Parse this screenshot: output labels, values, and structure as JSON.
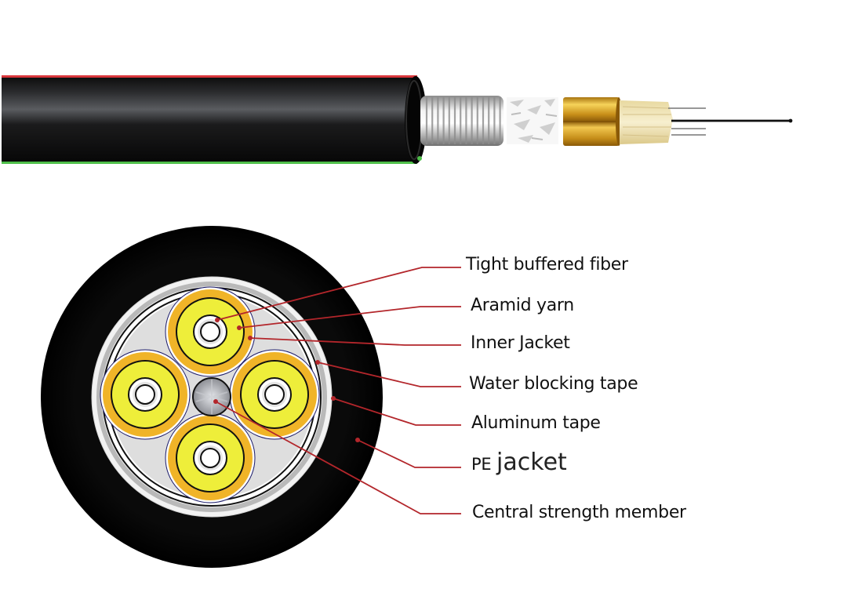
{
  "diagram": {
    "title": "",
    "subject": "Fiber optic cable structure",
    "colors": {
      "pe_jacket": "#0a0a0a",
      "aluminum_tape": "#b8b8b8",
      "water_blocking_tape": "#ffffff",
      "inner_fill": "#dcdcdc",
      "inner_jacket": "#f0b428",
      "aramid_yarn": "#eeee3a",
      "tight_buffer": "#ffffff",
      "central_member": "#a8a8b0",
      "leader_line": "#b3262b",
      "stripe_top": "#d9373c",
      "stripe_bottom": "#4fbf4a",
      "gold_tube": "#d9a21e",
      "yarn_strands": "#f2e6b8"
    },
    "side_view": {
      "layers": [
        "PE jacket",
        "Corrugated aluminum tape",
        "Water blocking tape",
        "Inner jacket tube",
        "Aramid yarn",
        "Tight buffered fibers"
      ]
    },
    "labels": [
      {
        "id": "tight-buffered-fiber",
        "text": "Tight buffered fiber"
      },
      {
        "id": "aramid-yarn",
        "text": "Aramid yarn"
      },
      {
        "id": "inner-jacket",
        "text": "Inner Jacket"
      },
      {
        "id": "water-blocking-tape",
        "text": "Water blocking tape"
      },
      {
        "id": "aluminum-tape",
        "text": "Aluminum tape"
      },
      {
        "id": "pe-jacket",
        "text_prefix": "PE",
        "text_suffix": "jacket"
      },
      {
        "id": "central-strength-member",
        "text": "Central strength member"
      }
    ]
  }
}
